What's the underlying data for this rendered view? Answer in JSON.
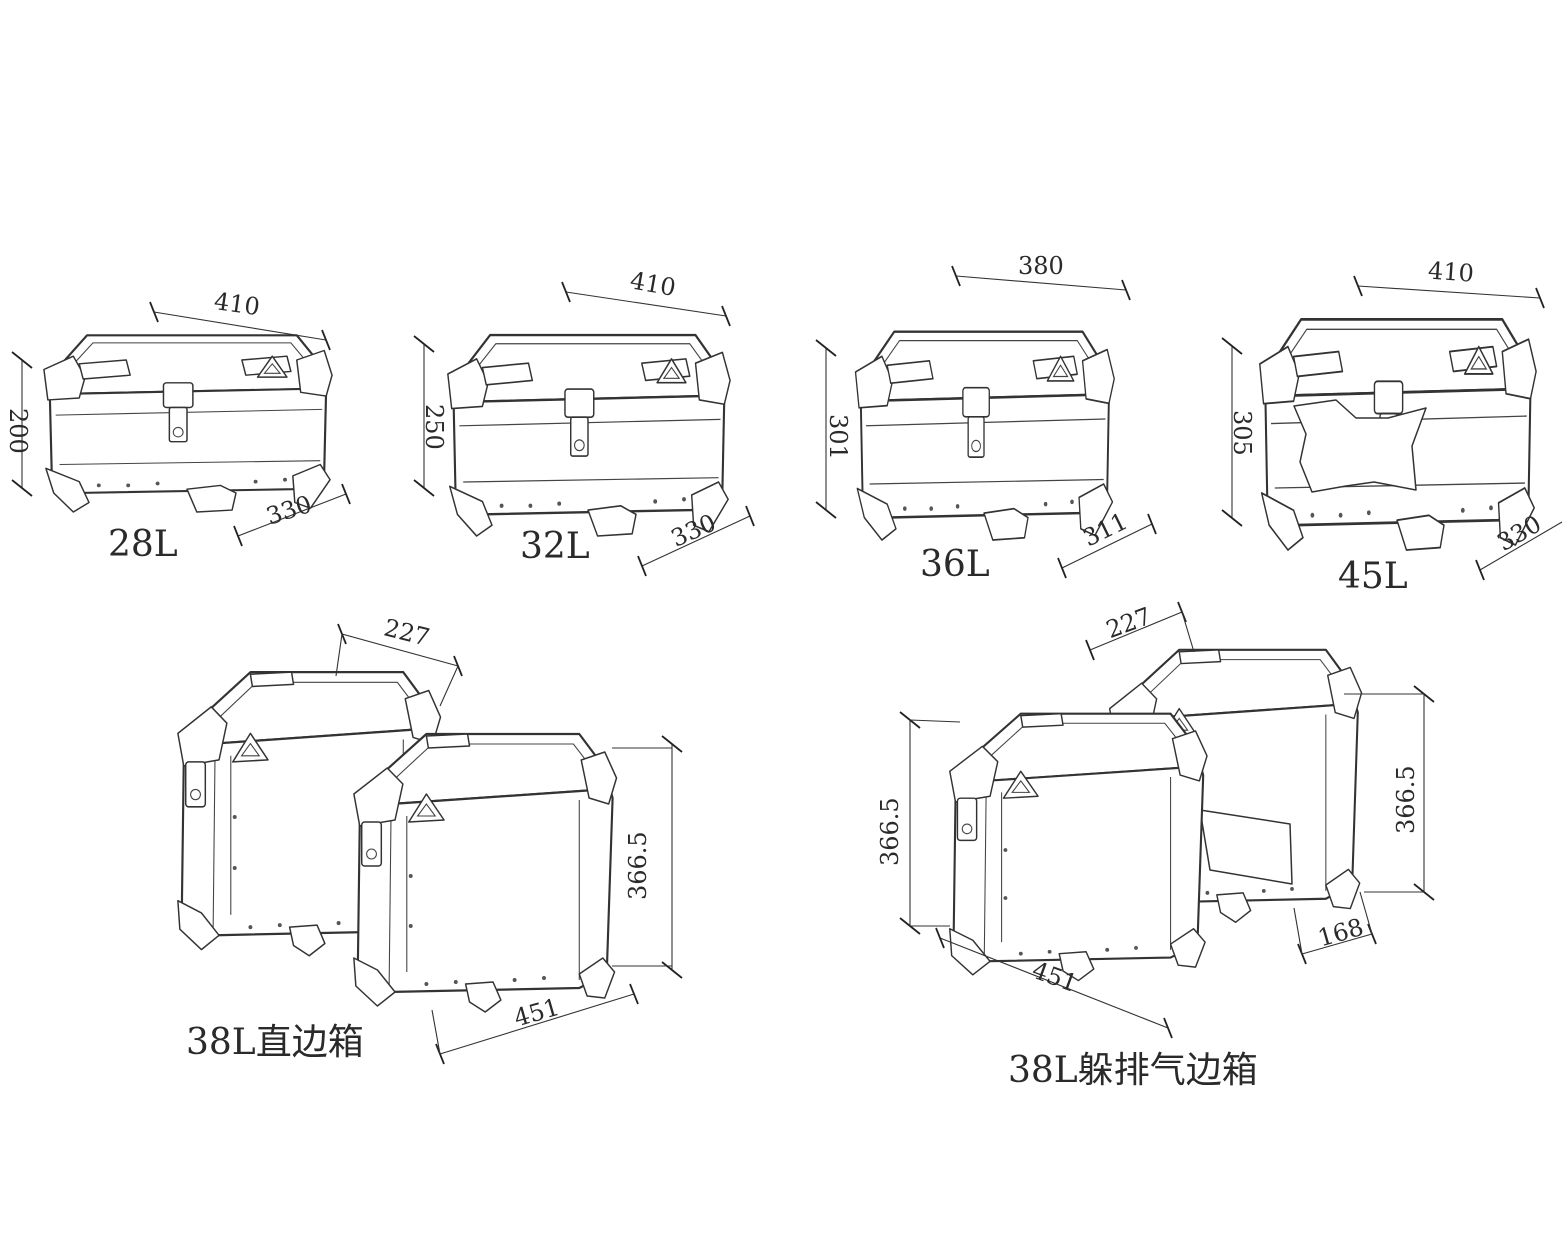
{
  "diagram": {
    "top_cases": [
      {
        "id": "28l",
        "label": "28L",
        "width": "410",
        "height": "200",
        "depth": "330"
      },
      {
        "id": "32l",
        "label": "32L",
        "width": "410",
        "height": "250",
        "depth": "330"
      },
      {
        "id": "36l",
        "label": "36L",
        "width": "380",
        "height": "301",
        "depth": "311"
      },
      {
        "id": "45l",
        "label": "45L",
        "width": "410",
        "height": "305",
        "depth": "330"
      }
    ],
    "side_cases": [
      {
        "id": "38l-straight",
        "label": "38L直边箱",
        "depth": "227",
        "height": "366.5",
        "length": "451"
      },
      {
        "id": "38l-exhaust",
        "label": "38L躲排气边箱",
        "depth": "227",
        "height": "366.5",
        "length": "451",
        "step": "168"
      }
    ]
  }
}
